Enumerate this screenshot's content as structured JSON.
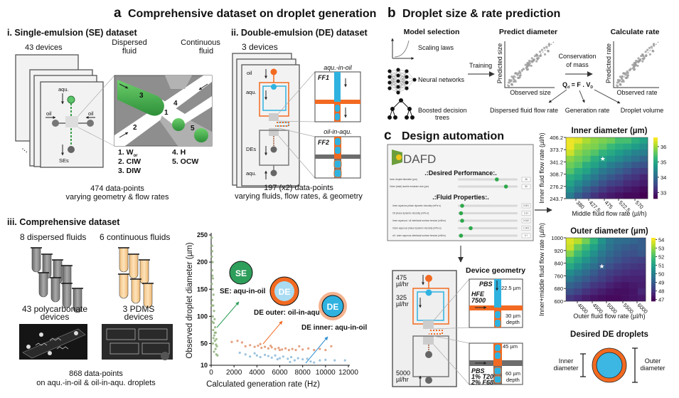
{
  "panel_a": {
    "letter": "a",
    "title": "Comprehensive dataset on droplet generation",
    "se": {
      "title": "i. Single-emulsion (SE) dataset",
      "devices": "43 devices",
      "dispersed": [
        "Dispersed",
        "fluid"
      ],
      "continuous": [
        "Continuous",
        "fluid"
      ],
      "device_labels": {
        "aqu": "aqu.",
        "oil_left": "oil",
        "oil_right": "oil",
        "out": "SEs",
        "more": "..."
      },
      "params": [
        "1. W",
        "2. CIW",
        "3. DIW",
        "4. H",
        "5. OCW"
      ],
      "param_sub": "or",
      "numbers": [
        "1",
        "2",
        "3",
        "4",
        "5"
      ],
      "summary": [
        "474 data-points",
        "varying geometry & flow rates"
      ]
    },
    "de": {
      "title": "ii. Double-emulsion (DE) dataset",
      "devices": "3 devices",
      "device_labels": {
        "oil": "oil",
        "aqu_in": "aqu.",
        "out": "DEs",
        "aqu_out": "aqu."
      },
      "ff1_caption": "aqu.-in-oil",
      "ff1": "FF1",
      "ff2_caption": "oil-in-aqu.",
      "ff2": "FF2",
      "summary": [
        "197 (x2) data-points",
        "varying fluids, flow rates, & geometry"
      ]
    },
    "comp": {
      "title": "iii. Comprehensive dataset",
      "dispersed": "8 dispersed fluids",
      "continuous": "6 continuous fluids",
      "pc": [
        "43 polycarbonate",
        "devices"
      ],
      "pdms": [
        "3 PDMS",
        "devices"
      ],
      "summary": [
        "868 data-points",
        "on aqu.-in-oil & oil-in-aqu. droplets"
      ]
    },
    "badges": {
      "se": "SE",
      "se_label": "SE: aqu-in-oil",
      "de_outer": "DE",
      "de_outer_label": "DE outer: oil-in-aqu",
      "de_inner": "DE",
      "de_inner_label": "DE inner: aqu-in-oil"
    }
  },
  "panel_b": {
    "letter": "b",
    "title": "Droplet size & rate prediction",
    "model_selection": "Model selection",
    "models": [
      "Scaling laws",
      "Neural networks",
      "Boosted decision",
      "trees"
    ],
    "training": "Training",
    "predict": "Predict diameter",
    "predict_y": "Predicted size",
    "predict_x": "Observed size",
    "conservation": [
      "Conservation",
      "of mass"
    ],
    "equation": {
      "q": "Q",
      "qsub": "d",
      "rest": " = F . V",
      "vsub": "D"
    },
    "calc": "Calculate rate",
    "calc_y": "Predicted rate",
    "calc_x": "Observed rate",
    "terms": [
      "Dispersed fluid flow rate",
      "Generation rate",
      "Droplet volume"
    ]
  },
  "panel_c": {
    "letter": "c",
    "title": "Design automation",
    "dafd": {
      "logo": "DAFD",
      "desired": ".:Desired Performance:.",
      "fluid": ".:Fluid Properties:.",
      "performance": [
        {
          "label": "Inner droplet diameter (µm)",
          "value": "36",
          "level": 0.66
        },
        {
          "label": "Outer (total) double emulsion size (µm)",
          "value": "50",
          "level": 0.82
        }
      ],
      "properties": [
        {
          "label": "Inner aqueous phase dynamic viscosity (mPa·s)",
          "value": "0.001",
          "level": 0.05
        },
        {
          "label": "Oil phase dynamic viscosity (mPa·s)",
          "value": "1.61",
          "level": 0.03
        },
        {
          "label": "Inner aqueous / oil interfacial surface tension (mN/m)",
          "value": "0.042",
          "level": 0.05
        },
        {
          "label": "Outer aqueous phase dynamic viscosity (mPa·s)",
          "value": "1.003",
          "level": 0.2
        },
        {
          "label": "oil / outer aqueous interfacial surface tension (mN/m)",
          "value": "0.? ",
          "level": 0.03
        }
      ]
    },
    "device_geometry": "Device geometry",
    "flows": [
      [
        "475",
        "µl/hr"
      ],
      [
        "325",
        "µl/hr"
      ],
      [
        "5000",
        "µl/hr"
      ]
    ],
    "inset1": {
      "top": "PBS",
      "side": [
        "HFE",
        "7500"
      ],
      "width": "22.5 µm",
      "depth": [
        "30 µm",
        "depth"
      ]
    },
    "inset2": {
      "side": [
        "PBS",
        "1% T20",
        "2% F68"
      ],
      "width": "45 µm",
      "depth": [
        "60 µm",
        "depth"
      ]
    },
    "droplets": {
      "title": "Desired DE droplets",
      "inner": [
        "Inner",
        "diameter"
      ],
      "outer": [
        "Outer",
        "diameter"
      ]
    }
  },
  "colors": {
    "se_green": "#2e9e5b",
    "de_orange": "#f26a21",
    "de_blue": "#2fb2e0",
    "outer_scatter": "#e0906a",
    "inner_scatter": "#8cb8d8",
    "se_scatter": "#8fb27a"
  },
  "chart_data": [
    {
      "type": "scatter",
      "xlabel": "Calculated generation rate (Hz)",
      "ylabel": "Observed droplet diameter (µm)",
      "xlim": [
        0,
        12000
      ],
      "ylim": [
        10,
        250
      ],
      "xticks": [
        "0",
        "2000",
        "4000",
        "6000",
        "8000",
        "10000",
        "12000"
      ],
      "yticks": [
        "10",
        "50",
        "100",
        "150",
        "200",
        "250"
      ],
      "series": [
        {
          "name": "SE: aqu-in-oil",
          "points": [
            [
              50,
              245
            ],
            [
              80,
              230
            ],
            [
              60,
              210
            ],
            [
              120,
              200
            ],
            [
              90,
              185
            ],
            [
              150,
              170
            ],
            [
              60,
              160
            ],
            [
              130,
              150
            ],
            [
              200,
              140
            ],
            [
              100,
              130
            ],
            [
              180,
              120
            ],
            [
              250,
              110
            ],
            [
              140,
              100
            ],
            [
              300,
              95
            ],
            [
              220,
              88
            ],
            [
              350,
              80
            ],
            [
              180,
              75
            ],
            [
              400,
              70
            ],
            [
              270,
              65
            ],
            [
              450,
              58
            ],
            [
              320,
              55
            ],
            [
              150,
              50
            ],
            [
              500,
              45
            ],
            [
              380,
              40
            ],
            [
              250,
              35
            ],
            [
              450,
              30
            ],
            [
              550,
              28
            ],
            [
              100,
              90
            ],
            [
              60,
              120
            ],
            [
              320,
              70
            ],
            [
              200,
              60
            ],
            [
              420,
              48
            ],
            [
              90,
              220
            ],
            [
              110,
              175
            ]
          ]
        },
        {
          "name": "DE outer: oil-in-aqu",
          "points": [
            [
              1800,
              53
            ],
            [
              2300,
              55
            ],
            [
              2700,
              52
            ],
            [
              3000,
              45
            ],
            [
              3400,
              47
            ],
            [
              3800,
              44
            ],
            [
              4100,
              46
            ],
            [
              4400,
              42
            ],
            [
              4700,
              44
            ],
            [
              5000,
              41
            ],
            [
              5300,
              43
            ],
            [
              5600,
              40
            ],
            [
              5900,
              42
            ],
            [
              6200,
              39
            ],
            [
              6500,
              41
            ],
            [
              6800,
              38
            ],
            [
              7100,
              40
            ],
            [
              7400,
              38
            ],
            [
              7700,
              45
            ],
            [
              8000,
              39
            ],
            [
              8500,
              41
            ],
            [
              9000,
              38
            ],
            [
              9500,
              40
            ],
            [
              10000,
              38
            ],
            [
              10500,
              45
            ],
            [
              4300,
              49
            ],
            [
              5200,
              46
            ],
            [
              6000,
              38
            ]
          ]
        },
        {
          "name": "DE inner: aqu-in-oil",
          "points": [
            [
              2500,
              33
            ],
            [
              3000,
              30
            ],
            [
              3400,
              26
            ],
            [
              3800,
              32
            ],
            [
              4000,
              28
            ],
            [
              4300,
              25
            ],
            [
              4700,
              29
            ],
            [
              5000,
              27
            ],
            [
              5300,
              24
            ],
            [
              5600,
              28
            ],
            [
              6000,
              23
            ],
            [
              6300,
              26
            ],
            [
              6700,
              22
            ],
            [
              7000,
              25
            ],
            [
              7300,
              19
            ],
            [
              7600,
              23
            ],
            [
              8000,
              21
            ],
            [
              8400,
              22
            ],
            [
              8700,
              17
            ],
            [
              9000,
              15
            ],
            [
              9500,
              19
            ],
            [
              10000,
              20
            ],
            [
              10800,
              19
            ],
            [
              11700,
              19
            ],
            [
              5800,
              21
            ],
            [
              6900,
              16
            ]
          ]
        }
      ]
    },
    {
      "type": "heatmap",
      "title": "Inner diameter (µm)",
      "xlabel": "Middle fluid flow rate (µl/h)",
      "ylabel": "Inner fluid flow rate (µl/h)",
      "xticks": [
        "380",
        "427.5",
        "475",
        "522.5",
        "570"
      ],
      "yticks": [
        "406.2",
        "373.7",
        "341.2",
        "308.7",
        "276.2",
        "243.7"
      ],
      "colorbar": [
        "36",
        "35",
        "34",
        "33"
      ],
      "crange": [
        32.6,
        36.6
      ],
      "selected": "star",
      "values": [
        [
          36.5,
          36.4,
          36.1,
          35.9,
          35.8,
          35.7,
          35.4,
          35.4,
          35.1,
          34.9
        ],
        [
          36.5,
          36.1,
          35.9,
          35.8,
          35.6,
          35.3,
          35.1,
          35.0,
          34.8,
          34.6
        ],
        [
          36.3,
          35.9,
          35.7,
          35.5,
          35.2,
          35.0,
          34.8,
          34.6,
          34.4,
          34.3
        ],
        [
          35.9,
          35.7,
          35.5,
          35.1,
          34.9,
          34.7,
          34.5,
          34.3,
          34.1,
          33.9
        ],
        [
          35.7,
          35.5,
          35.1,
          34.9,
          34.6,
          34.3,
          34.1,
          33.9,
          33.7,
          33.6
        ],
        [
          35.5,
          35.1,
          34.9,
          34.5,
          34.2,
          34.0,
          33.8,
          33.6,
          33.4,
          33.3
        ],
        [
          35.1,
          34.9,
          34.5,
          34.2,
          33.9,
          33.7,
          33.5,
          33.3,
          33.2,
          33.0
        ],
        [
          34.9,
          34.5,
          34.2,
          33.9,
          33.6,
          33.4,
          33.3,
          33.1,
          33.0,
          32.9
        ],
        [
          34.6,
          34.2,
          33.8,
          33.5,
          33.3,
          33.1,
          33.0,
          32.9,
          32.8,
          32.7
        ],
        [
          34.3,
          33.8,
          33.5,
          33.2,
          33.0,
          32.9,
          32.8,
          32.7,
          32.7,
          32.6
        ]
      ]
    },
    {
      "type": "heatmap",
      "title": "Outer diameter (µm)",
      "xlabel": "Outer fluid flow rate (µl/h)",
      "ylabel": "Inner+middle fluid flow rate (µl/h)",
      "xticks": [
        "4000",
        "4500",
        "5000",
        "5500",
        "6000"
      ],
      "yticks": [
        "1000",
        "920",
        "840",
        "760",
        "680",
        "600"
      ],
      "colorbar": [
        "54",
        "53",
        "52",
        "51",
        "50",
        "49",
        "48",
        "47"
      ],
      "crange": [
        46.8,
        54.2
      ],
      "selected": "star",
      "values": [
        [
          53.8,
          53.4,
          52.6,
          51.6,
          50.6,
          49.8,
          49.5,
          49.4,
          49.2,
          49.0
        ],
        [
          53.6,
          52.5,
          51.8,
          51.0,
          50.2,
          49.6,
          49.2,
          49.0,
          48.8,
          49.0
        ],
        [
          52.8,
          51.9,
          51.2,
          50.5,
          49.8,
          49.3,
          49.0,
          48.7,
          48.6,
          48.8
        ],
        [
          51.8,
          51.2,
          50.6,
          50.0,
          49.4,
          49.0,
          48.7,
          48.4,
          48.3,
          48.2
        ],
        [
          51.2,
          50.6,
          50.0,
          49.5,
          49.0,
          48.6,
          48.3,
          48.1,
          48.0,
          47.9
        ],
        [
          50.4,
          49.9,
          49.4,
          48.9,
          48.5,
          48.2,
          48.0,
          47.8,
          47.7,
          47.7
        ],
        [
          49.8,
          49.3,
          48.9,
          48.5,
          48.2,
          47.9,
          47.6,
          47.5,
          47.5,
          47.5
        ],
        [
          49.1,
          48.8,
          48.4,
          48.0,
          47.8,
          47.5,
          47.3,
          47.2,
          47.3,
          47.4
        ],
        [
          48.6,
          48.3,
          47.9,
          47.6,
          47.4,
          47.2,
          47.1,
          47.1,
          47.2,
          47.6
        ],
        [
          48.0,
          47.7,
          47.4,
          47.2,
          47.1,
          47.0,
          47.0,
          47.1,
          47.2,
          47.3
        ]
      ]
    }
  ]
}
